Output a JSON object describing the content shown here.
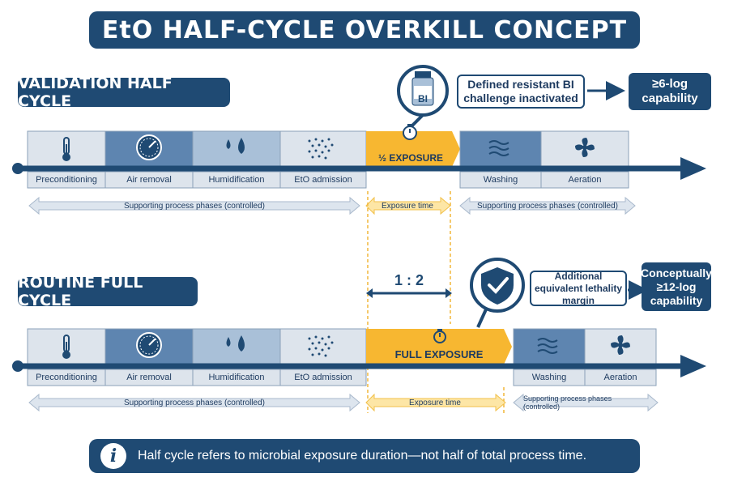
{
  "title": "EtO HALF-CYCLE OVERKILL CONCEPT",
  "colors": {
    "navy": "#1f4a73",
    "phase_light": "#dde4ec",
    "phase_mid": "#a9c0d8",
    "phase_dark": "#5e85b0",
    "exposure_yellow": "#f7b731",
    "exposure_light": "#fde6a6",
    "support_arrow": "#dde5ee"
  },
  "validation": {
    "label": "VALIDATION HALF CYCLE",
    "phases": [
      "Preconditioning",
      "Air removal",
      "Humidification",
      "EtO admission"
    ],
    "exposure_label": "½ EXPOSURE",
    "post_phases": [
      "Washing",
      "Aeration"
    ],
    "support_left": "Supporting process phases (controlled)",
    "exposure_time": "Exposure time",
    "support_right": "Supporting process phases (controlled)",
    "vial_label": "BI",
    "callout": "Defined resistant BI challenge inactivated",
    "capability": "≥6-log capability"
  },
  "ratio": "1 : 2",
  "routine": {
    "label": "ROUTINE FULL CYCLE",
    "phases": [
      "Preconditioning",
      "Air removal",
      "Humidification",
      "EtO admission"
    ],
    "exposure_label": "FULL EXPOSURE",
    "post_phases": [
      "Washing",
      "Aeration"
    ],
    "support_left": "Supporting process phases (controlled)",
    "exposure_time": "Exposure time",
    "support_right": "Supporting process phases (controlled)",
    "callout": "Additional equivalent lethality margin",
    "capability": "Conceptually ≥12-log capability"
  },
  "icons": [
    "thermometer-icon",
    "gauge-icon",
    "water-drops-icon",
    "gas-dots-icon",
    "stopwatch-icon",
    "waves-icon",
    "fan-icon",
    "shield-check-icon",
    "info-icon"
  ],
  "note": "Half cycle refers to microbial exposure duration—not half of total process time."
}
